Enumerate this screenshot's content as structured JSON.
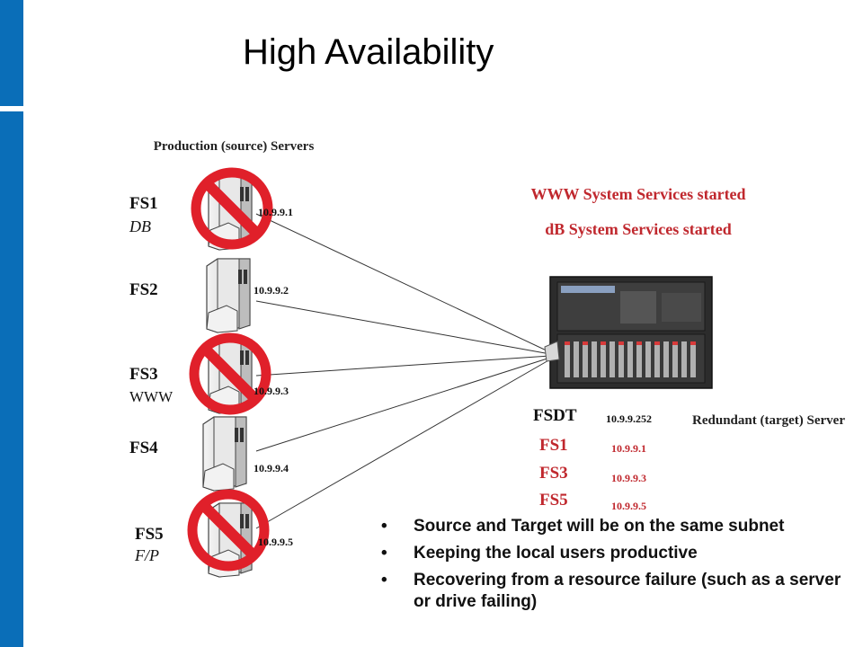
{
  "title": "High Availability",
  "production_label": "Production (source) Servers",
  "status_lines": [
    "WWW System Services started",
    "dB System Services started"
  ],
  "source_servers": [
    {
      "name": "FS1",
      "role": "DB",
      "ip": "10.9.9.1",
      "failed": true
    },
    {
      "name": "FS2",
      "role": "",
      "ip": "10.9.9.2",
      "failed": false
    },
    {
      "name": "FS3",
      "role": "WWW",
      "ip": "10.9.9.3",
      "failed": true
    },
    {
      "name": "FS4",
      "role": "",
      "ip": "10.9.9.4",
      "failed": false
    },
    {
      "name": "FS5",
      "role": "F/P",
      "ip": "10.9.9.5",
      "failed": true
    }
  ],
  "target": {
    "label": "Redundant (target) Server",
    "entries": [
      {
        "name": "FSDT",
        "ip": "10.9.9.252"
      },
      {
        "name": "FS1",
        "ip": "10.9.9.1"
      },
      {
        "name": "FS3",
        "ip": "10.9.9.3"
      },
      {
        "name": "FS5",
        "ip": "10.9.9.5"
      }
    ]
  },
  "bullets": [
    "Source and Target will be on the same subnet",
    "Keeping the local users productive",
    "Recovering from a  resource failure (such as a server or drive failing)"
  ],
  "colors": {
    "accent_bar": "#0a6eb8",
    "alert": "#c0282e"
  }
}
